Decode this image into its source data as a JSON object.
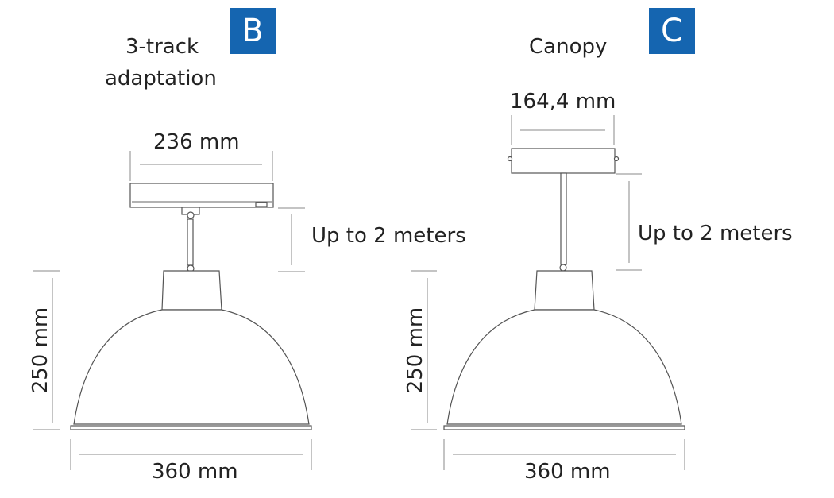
{
  "colors": {
    "badge": "#1565b0",
    "line": "#555555"
  },
  "variant_b": {
    "badge": "B",
    "title_line1": "3-track",
    "title_line2": "adaptation",
    "adapter_width": "236 mm",
    "suspension": "Up to 2 meters",
    "height": "250 mm",
    "diameter": "360 mm"
  },
  "variant_c": {
    "badge": "C",
    "title": "Canopy",
    "canopy_width": "164,4 mm",
    "suspension": "Up to 2 meters",
    "height": "250 mm",
    "diameter": "360 mm"
  }
}
